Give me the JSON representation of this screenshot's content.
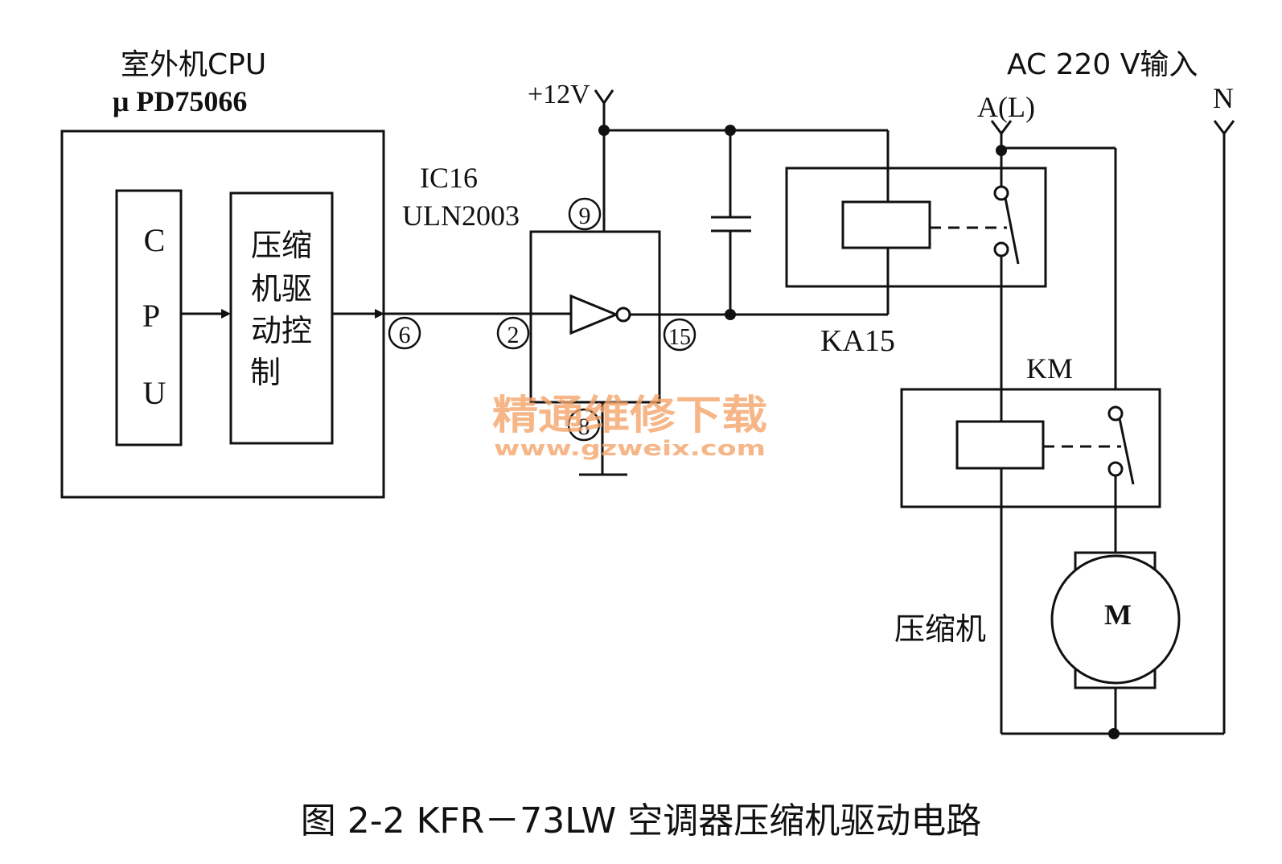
{
  "cpu_block": {
    "title_line1": "室外机CPU",
    "title_line2": "μ PD75066",
    "cpu_letters": [
      "C",
      "P",
      "U"
    ],
    "driver_lines": [
      "压缩",
      "机驱",
      "动控",
      "制"
    ]
  },
  "ic": {
    "name_line1": "IC16",
    "name_line2": "ULN2003",
    "supply": "+12V",
    "pins": {
      "cpu_out": "6",
      "input": "2",
      "output": "15",
      "vcc": "9",
      "gnd": "8"
    }
  },
  "relay_label": "KA15",
  "contactor_label": "KM",
  "mains": {
    "title": "AC 220 V输入",
    "line": "A(L)",
    "neutral": "N"
  },
  "compressor": {
    "label": "压缩机",
    "motor": "M"
  },
  "caption": "图 2-2   KFR－73LW 空调器压缩机驱动电路",
  "watermark": {
    "line1": "精通维修下载",
    "line2": "www.gzweix.com"
  }
}
